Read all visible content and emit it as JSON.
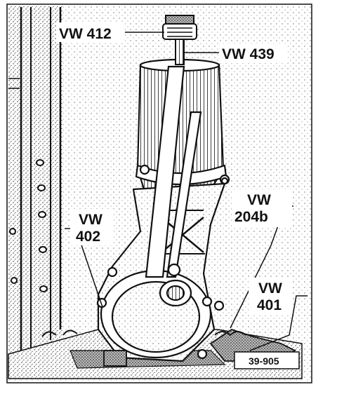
{
  "figure": {
    "labels": {
      "vw412": "VW 412",
      "vw439": "VW 439",
      "vw402_line1": "VW",
      "vw402_line2": "402",
      "vw204b_line1": "VW",
      "vw204b_line2": "204b",
      "vw401_line1": "VW",
      "vw401_line2": "401"
    },
    "figure_ref": "39-905"
  }
}
